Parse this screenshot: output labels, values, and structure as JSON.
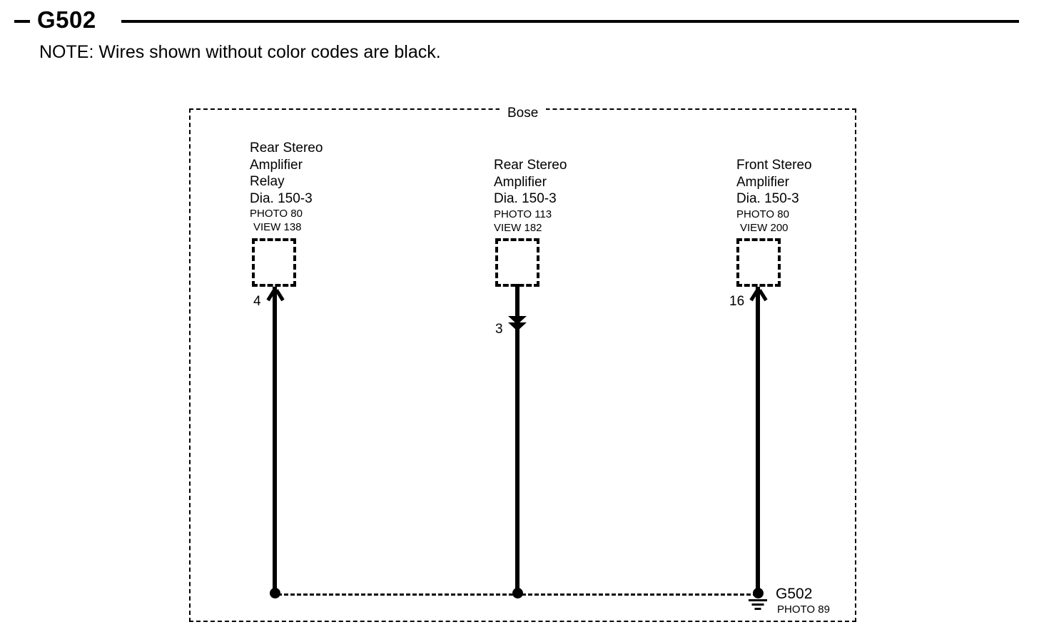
{
  "header": {
    "title": "G502",
    "note": "NOTE: Wires shown without color codes are black."
  },
  "enclosure": {
    "label": "Bose"
  },
  "components": [
    {
      "id": "rear-stereo-amplifier-relay",
      "name_lines": [
        "Rear Stereo",
        "Amplifier",
        "Relay",
        "Dia. 150-3"
      ],
      "photo": "PHOTO 80",
      "view": "VIEW 138",
      "pin": "4",
      "connector": "y-connector"
    },
    {
      "id": "rear-stereo-amplifier",
      "name_lines": [
        "Rear Stereo",
        "Amplifier",
        "Dia. 150-3"
      ],
      "photo": "PHOTO 113",
      "view": "VIEW 182",
      "pin": "3",
      "connector": "double-chevron"
    },
    {
      "id": "front-stereo-amplifier",
      "name_lines": [
        "Front Stereo",
        "Amplifier",
        "Dia. 150-3"
      ],
      "photo": "PHOTO 80",
      "view": "VIEW 200",
      "pin": "16",
      "connector": "y-connector"
    }
  ],
  "ground": {
    "name": "G502",
    "photo": "PHOTO 89"
  },
  "colors": {
    "ink": "#000000",
    "background": "#ffffff"
  }
}
